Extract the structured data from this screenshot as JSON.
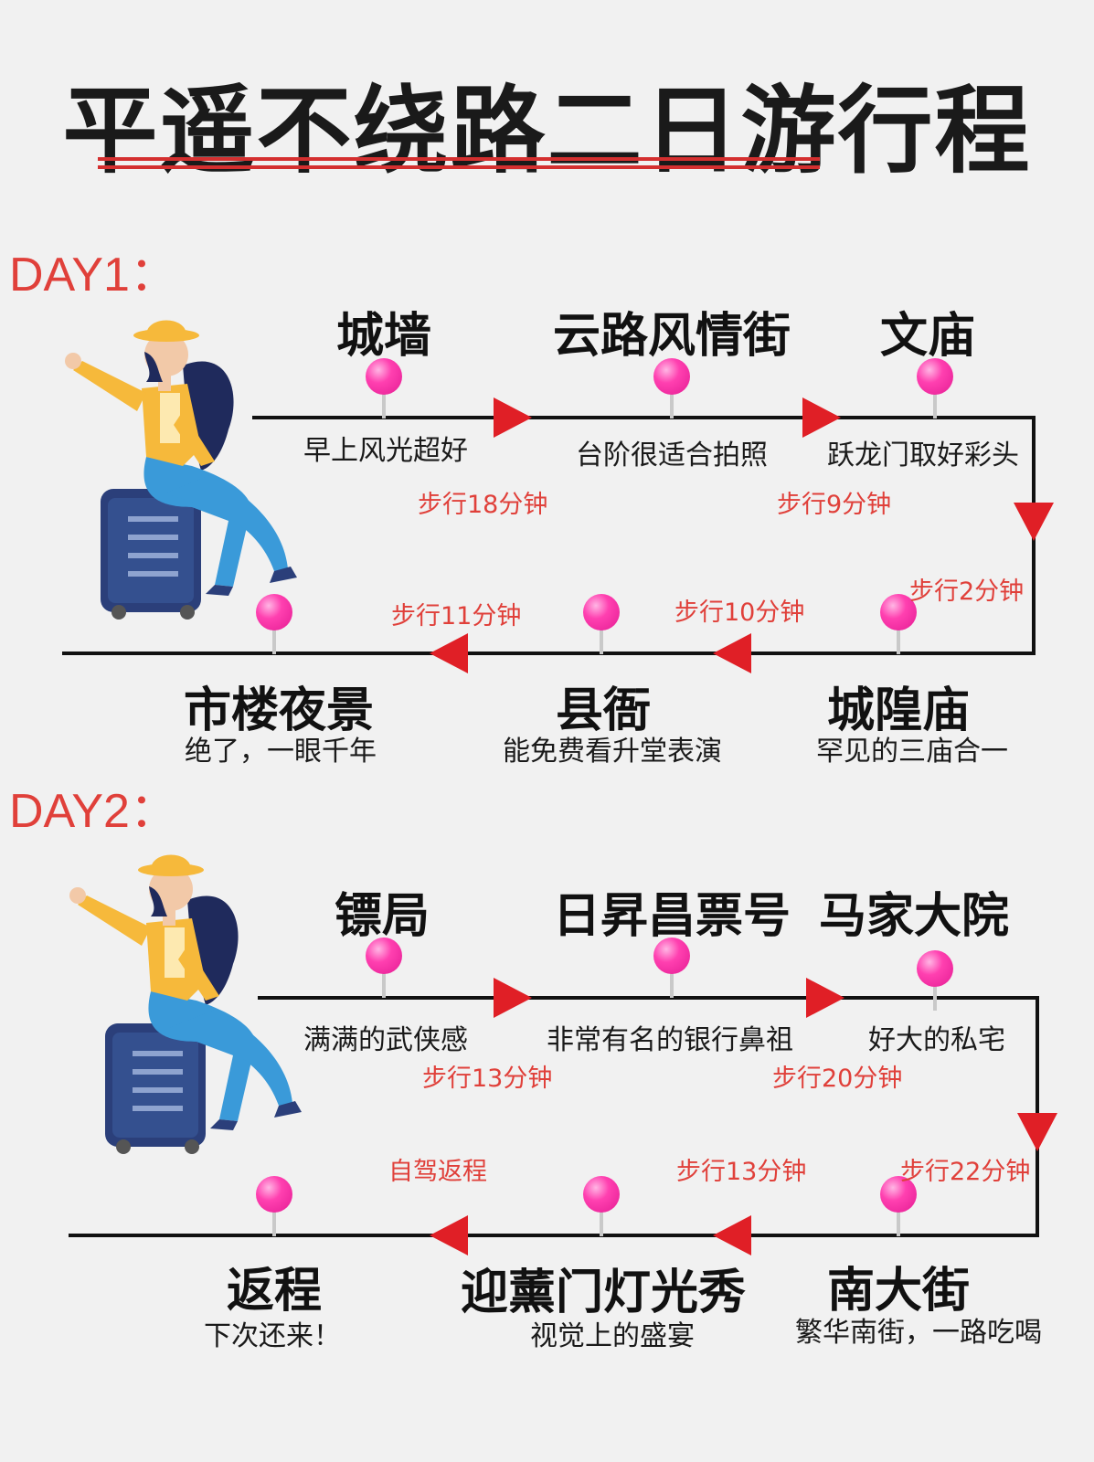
{
  "title": "平遥不绕路二日游行程",
  "colors": {
    "accent_red": "#e01f26",
    "pin_pink": "#ff40b0",
    "label_red": "#e0403a"
  },
  "day1": {
    "label": "DAY1：",
    "stops": [
      {
        "name": "城墙",
        "desc": "早上风光超好"
      },
      {
        "name": "云路风情街",
        "desc": "台阶很适合拍照"
      },
      {
        "name": "文庙",
        "desc": "跃龙门取好彩头"
      },
      {
        "name": "城隍庙",
        "desc": "罕见的三庙合一"
      },
      {
        "name": "县衙",
        "desc": "能免费看升堂表演"
      },
      {
        "name": "市楼夜景",
        "desc": "绝了，一眼千年"
      }
    ],
    "walks": [
      "步行18分钟",
      "步行9分钟",
      "步行2分钟",
      "步行10分钟",
      "步行11分钟"
    ]
  },
  "day2": {
    "label": "DAY2：",
    "stops": [
      {
        "name": "镖局",
        "desc": "满满的武侠感"
      },
      {
        "name": "日昇昌票号",
        "desc": "非常有名的银行鼻祖"
      },
      {
        "name": "马家大院",
        "desc": "好大的私宅"
      },
      {
        "name": "南大街",
        "desc": "繁华南街，一路吃喝"
      },
      {
        "name": "迎薰门灯光秀",
        "desc": "视觉上的盛宴"
      },
      {
        "name": "返程",
        "desc": "下次还来！"
      }
    ],
    "walks": [
      "步行13分钟",
      "步行20分钟",
      "步行22分钟",
      "步行13分钟",
      "自驾返程"
    ]
  },
  "icons": {
    "traveler": "traveler-woman-suitcase-illustration",
    "pin": "map-pin-icon",
    "arrow": "direction-arrow-icon"
  }
}
